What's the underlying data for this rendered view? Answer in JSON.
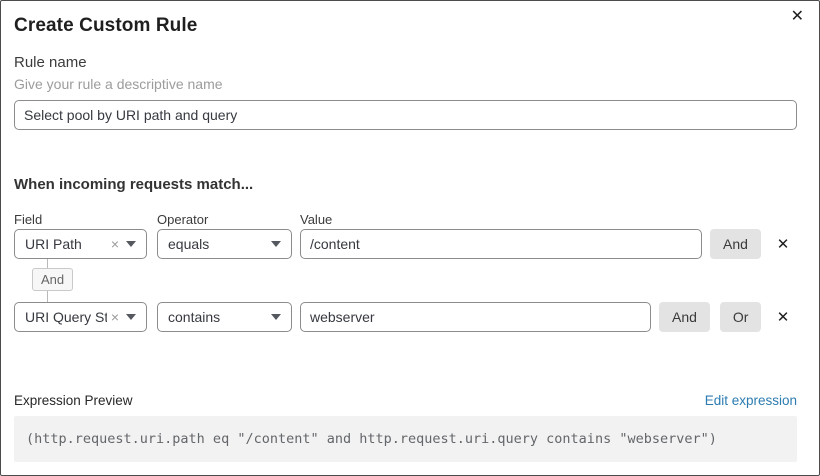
{
  "dialog": {
    "title": "Create Custom Rule"
  },
  "icons": {
    "close": "✕",
    "remove_condition": "✕",
    "clear_selection": "×"
  },
  "rule_name": {
    "label": "Rule name",
    "hint": "Give your rule a descriptive name",
    "value": "Select pool by URI path and query"
  },
  "match": {
    "heading": "When incoming requests match...",
    "column_labels": {
      "field": "Field",
      "operator": "Operator",
      "value": "Value"
    },
    "connector_label": "And",
    "rows": [
      {
        "field": "URI Path",
        "operator": "equals",
        "value": "/content",
        "buttons": [
          "And"
        ]
      },
      {
        "field": "URI Query St...",
        "operator": "contains",
        "value": "webserver",
        "buttons": [
          "And",
          "Or"
        ]
      }
    ]
  },
  "expression": {
    "label": "Expression Preview",
    "edit_link": "Edit expression",
    "code": "(http.request.uri.path eq \"/content\" and http.request.uri.query contains \"webserver\")"
  },
  "colors": {
    "link_blue": "#2c7cb0",
    "button_gray": "#e3e3e3",
    "code_background": "#f2f2f2",
    "input_border": "#8c8c8c",
    "dialog_border": "#4c4c4c"
  }
}
